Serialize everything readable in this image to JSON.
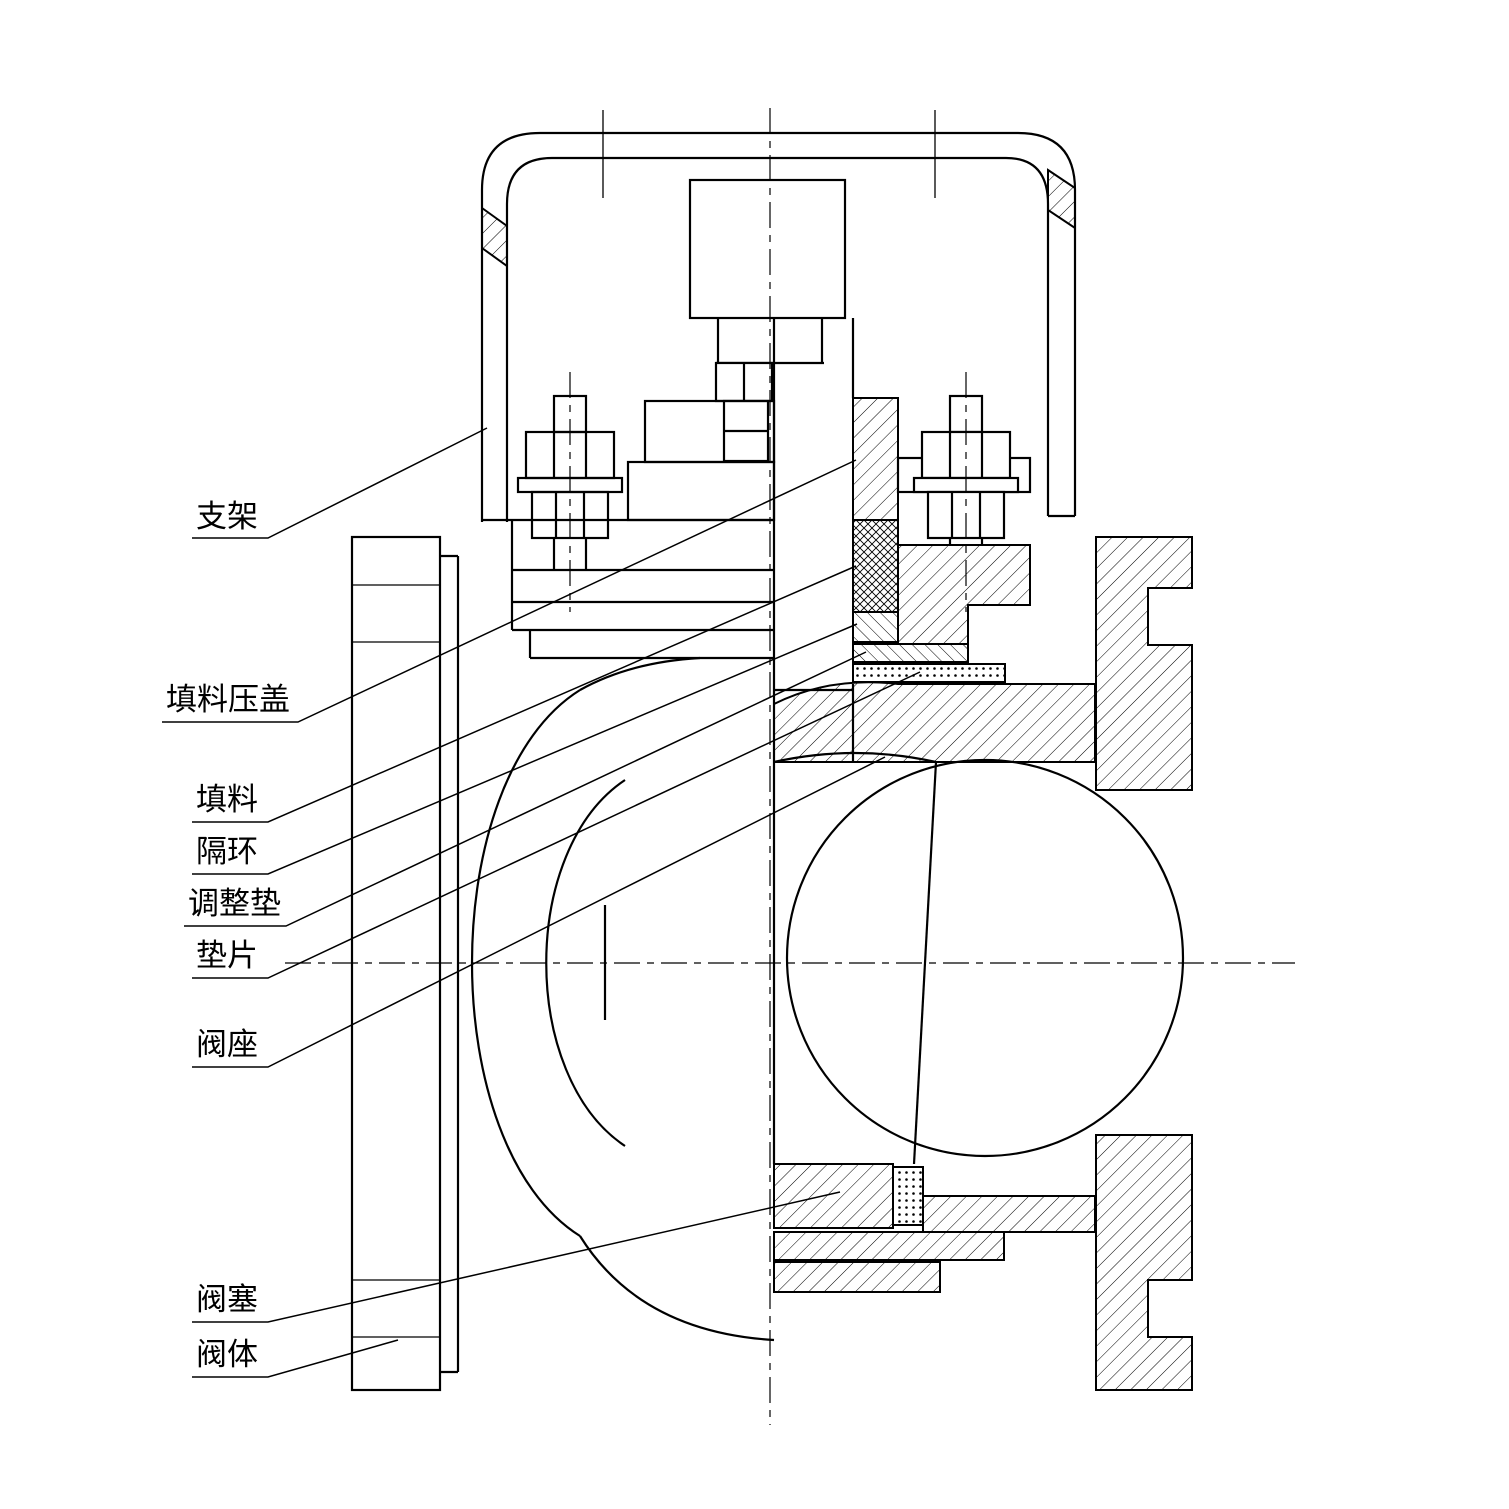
{
  "figure": {
    "background": "#ffffff",
    "line_color": "#000000"
  },
  "labels": {
    "bracket": "支架",
    "packing_gland": "填料压盖",
    "packing": "填料",
    "spacer_ring": "隔环",
    "adjusting_shim": "调整垫",
    "gasket": "垫片",
    "valve_seat": "阀座",
    "valve_plug": "阀塞",
    "valve_body": "阀体"
  }
}
